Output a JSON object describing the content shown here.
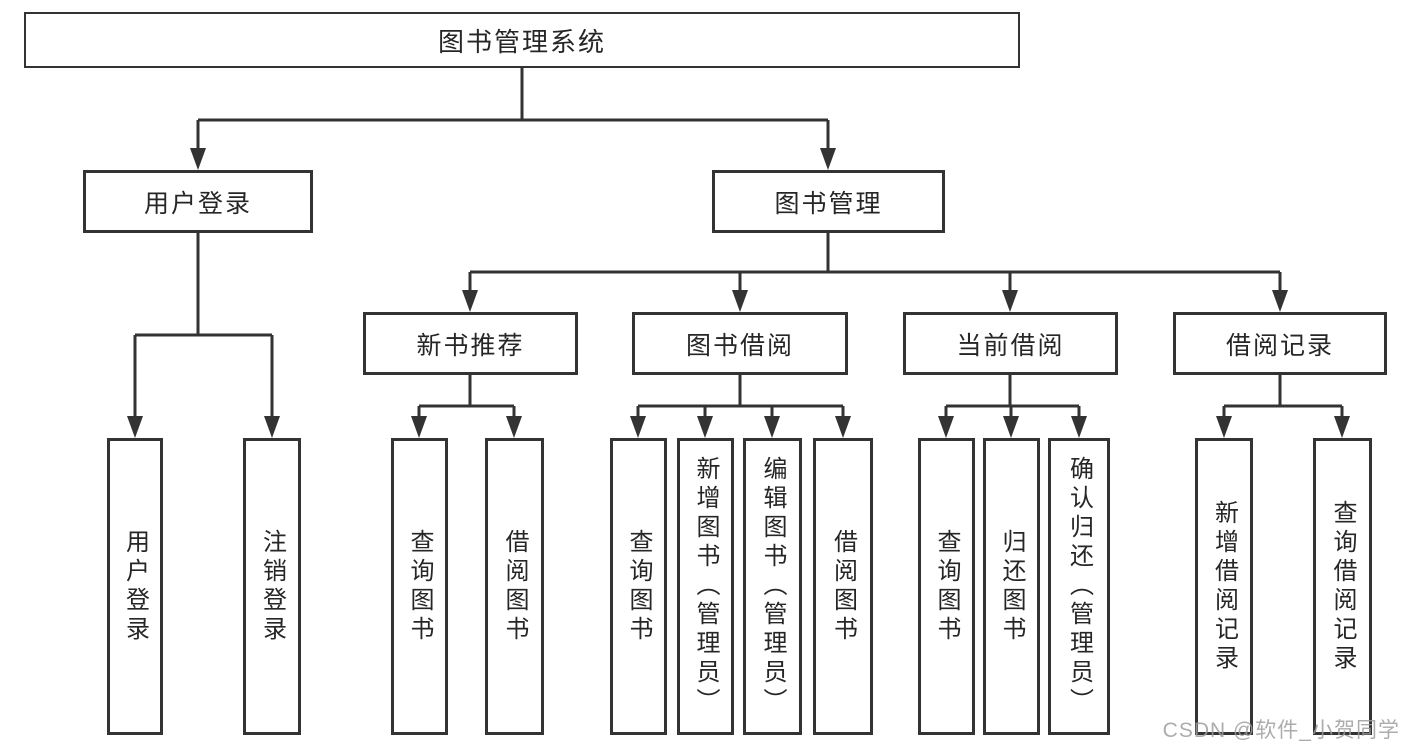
{
  "diagram": {
    "title": "图书管理系统",
    "root": {
      "label": "图书管理系统"
    },
    "branches": [
      {
        "label": "用户登录",
        "children": [
          {
            "label": "用户登录"
          },
          {
            "label": "注销登录"
          }
        ]
      },
      {
        "label": "图书管理",
        "children": [
          {
            "label": "新书推荐",
            "children": [
              {
                "label": "查询图书"
              },
              {
                "label": "借阅图书"
              }
            ]
          },
          {
            "label": "图书借阅",
            "children": [
              {
                "label": "查询图书"
              },
              {
                "label": "新增图书（管理员）"
              },
              {
                "label": "编辑图书（管理员）"
              },
              {
                "label": "借阅图书"
              }
            ]
          },
          {
            "label": "当前借阅",
            "children": [
              {
                "label": "查询图书"
              },
              {
                "label": "归还图书"
              },
              {
                "label": "确认归还（管理员）"
              }
            ]
          },
          {
            "label": "借阅记录",
            "children": [
              {
                "label": "新增借阅记录"
              },
              {
                "label": "查询借阅记录"
              }
            ]
          }
        ]
      }
    ]
  },
  "watermark": {
    "text": "CSDN @软件_小贺同学",
    "color": "#9e9e9e"
  },
  "colors": {
    "line": "#333333",
    "box_border": "#333333",
    "box_fill": "#ffffff",
    "text": "#262626",
    "background": "#ffffff"
  }
}
